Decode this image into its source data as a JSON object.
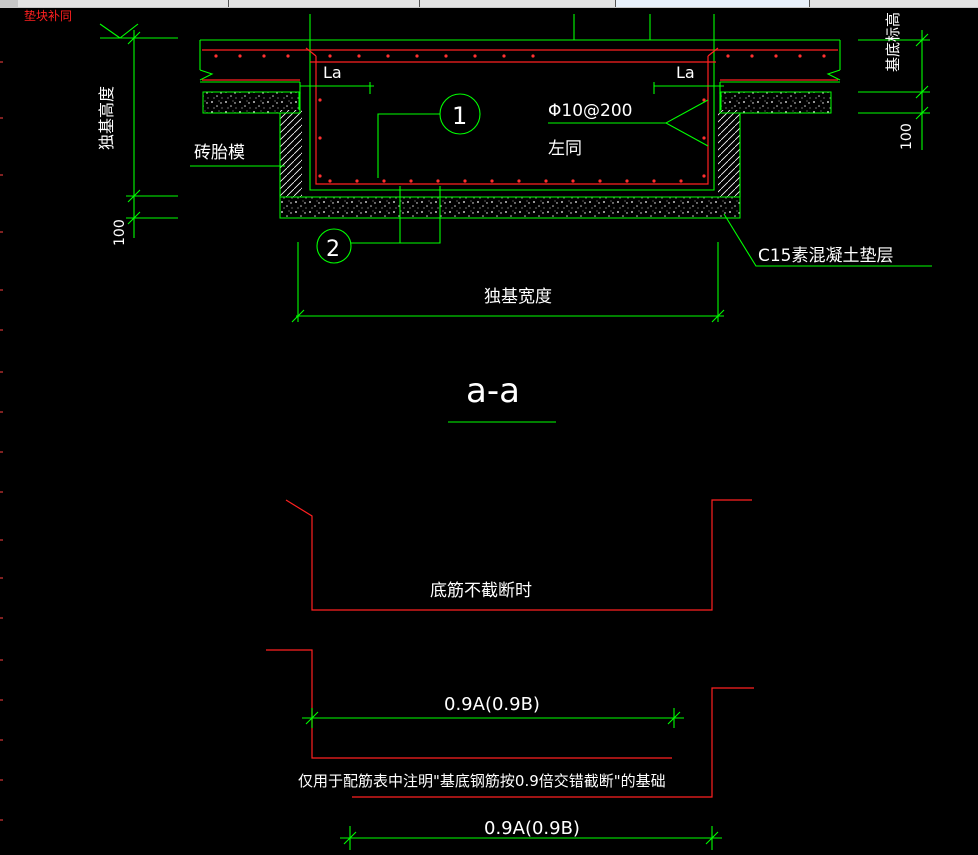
{
  "toolbar": {
    "tabs": [
      "",
      "",
      "",
      "",
      ""
    ]
  },
  "drawing": {
    "top_left_note": "垫块补同",
    "right_vertical_label": "基底标高",
    "left_vertical_label": "独基高度",
    "dim_100_left": "100",
    "dim_100_right": "100",
    "la_left": "La",
    "la_right": "La",
    "callout_1": "1",
    "callout_2": "2",
    "rebar_spec": "Φ10@200",
    "rebar_note": "左同",
    "brick_form": "砖胎模",
    "cushion_layer": "C15素混凝土垫层",
    "foundation_width": "独基宽度",
    "section_title": "a-a",
    "case1_label": "底筋不截断时",
    "dim_09_upper": "0.9A(0.9B)",
    "case2_note": "仅用于配筋表中注明\"基底钢筋按0.9倍交错截断\"的基础",
    "dim_09_lower": "0.9A(0.9B)"
  },
  "colors": {
    "background": "#000000",
    "dim_line": "#00ff00",
    "rebar": "#ff2020",
    "text": "#ffffff"
  }
}
